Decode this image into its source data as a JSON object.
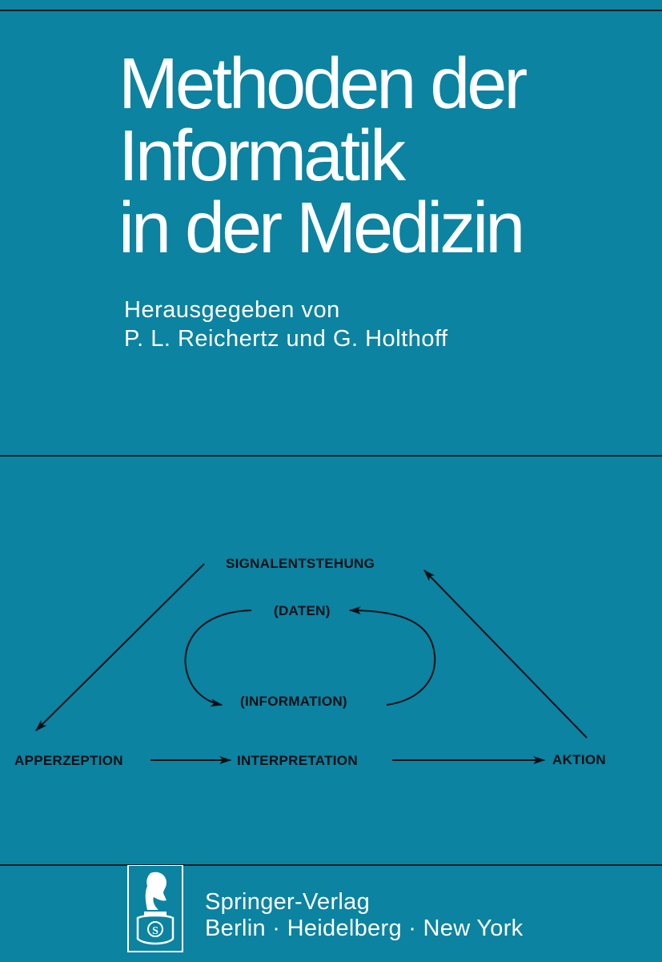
{
  "cover": {
    "title_lines": [
      "Methoden der",
      "Informatik",
      "in der Medizin"
    ],
    "editor_intro": "Herausgegeben von",
    "editors": "P. L. Reichertz und G. Holthoff"
  },
  "diagram": {
    "top": "SIGNALENTSTEHUNG",
    "data": "(DATEN)",
    "information": "(INFORMATION)",
    "left": "APPERZEPTION",
    "middle": "INTERPRETATION",
    "right": "AKTION"
  },
  "publisher": {
    "name": "Springer-Verlag",
    "cities": "Berlin · Heidelberg · New York",
    "logo_icon": "springer-knight-logo"
  },
  "colors": {
    "background": "#0b83a1",
    "text_light": "#ffffff",
    "text_dark": "#0c1016",
    "rules": "#0c1a22"
  }
}
